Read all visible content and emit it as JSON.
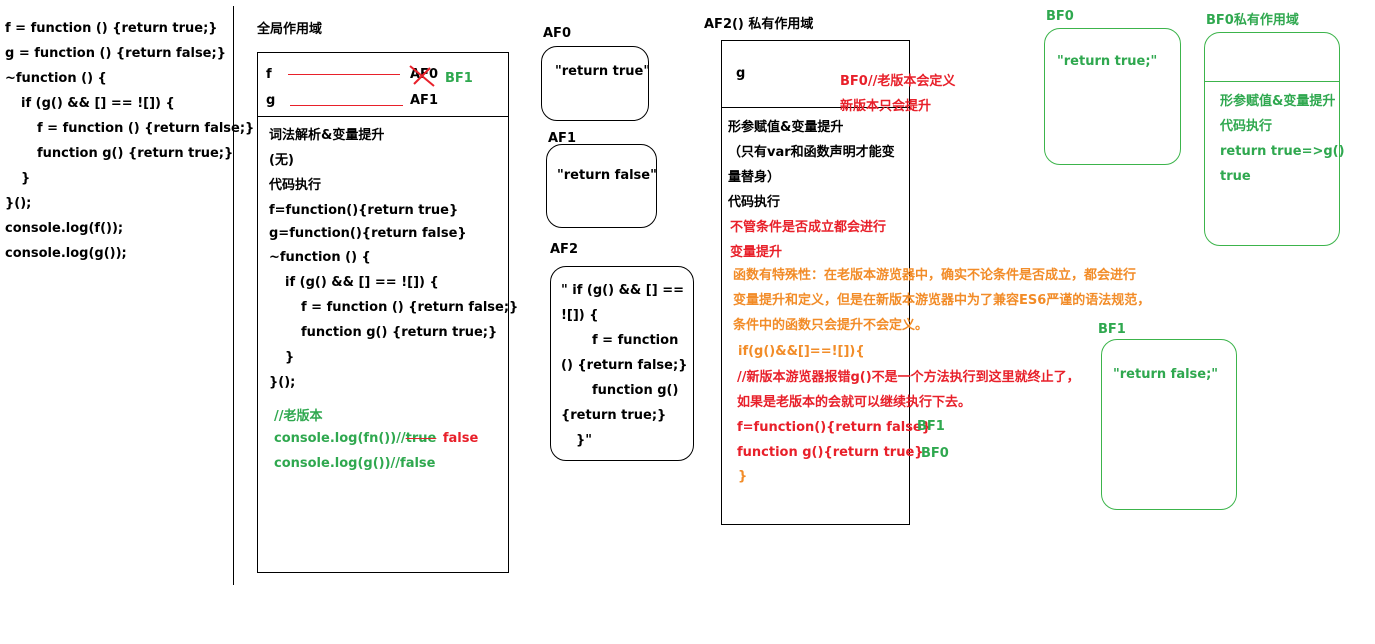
{
  "left_code": [
    "f = function () {return true;}",
    "g = function () {return false;}",
    "~function () {",
    "if (g() && [] == ![]) {",
    "f = function () {return false;}",
    "function g() {return true;}",
    "}",
    "}();",
    "console.log(f());",
    "console.log(g());"
  ],
  "global": {
    "title": "全局作用域",
    "var_f": "f",
    "var_g": "g",
    "af0": "AF0",
    "bf1": "BF1",
    "af1": "AF1",
    "body": [
      "词法解析&变量提升",
      "(无)",
      "代码执行",
      "f=function(){return true}",
      " g=function(){return false}",
      "~function () {",
      "if (g() && [] == ![]) {",
      "f = function () {return false;}",
      "function g() {return true;}",
      "}",
      "}();"
    ],
    "old_label": "//老版本",
    "log1_prefix": "console.log(fn())//",
    "log1_struck": "true",
    "log1_new": "false",
    "log2": "console.log(g())//false"
  },
  "heap": {
    "af0_title": "AF0",
    "af0_text": "\"return true\"",
    "af1_title": "AF1",
    "af1_text": "\"return false\"",
    "af2_title": "AF2",
    "af2_lines": [
      "\" if (g() && [] ==",
      "![]) {",
      "f = function",
      "() {return false;}",
      "function g()",
      "{return true;}",
      "}\""
    ]
  },
  "private": {
    "title": "AF2()  私有作用域",
    "var_g": "g",
    "note1": "BF0//老版本会定义",
    "note2": "新版本只会提升",
    "body_black": [
      "形参赋值&变量提升",
      "（只有var和函数声明才能变",
      "量替身）",
      "代码执行"
    ],
    "body_red": [
      "不管条件是否成立都会进行",
      "变量提升"
    ],
    "orange_lines": [
      "函数有特殊性：在老版本游览器中，确实不论条件是否成立，都会进行",
      "变量提升和定义，但是在新版本游览器中为了兼容ES6严谨的语法规范，",
      "条件中的函数只会提升不会定义。"
    ],
    "if_line": "if(g()&&[]==![]){",
    "red_lines": [
      "//新版本游览器报错g()不是一个方法执行到这里就终止了，",
      "如果是老版本的会就可以继续执行下去。",
      "f=function(){return false}",
      "function g(){return true}"
    ],
    "bf1": "BF1",
    "bf0": "BF0",
    "close": "}"
  },
  "bf": {
    "bf0_title": "BF0",
    "bf0_text": "\"return true;\"",
    "bf0_scope_title": "BF0私有作用域",
    "bf0_scope_lines": [
      "形参赋值&变量提升",
      "代码执行",
      "return true=>g()",
      "true"
    ],
    "bf1_title": "BF1",
    "bf1_text": "\"return false;\""
  },
  "colors": {
    "red": "#e8202a",
    "green": "#2fa84f",
    "orange": "#f28c28",
    "border": "#000000"
  }
}
